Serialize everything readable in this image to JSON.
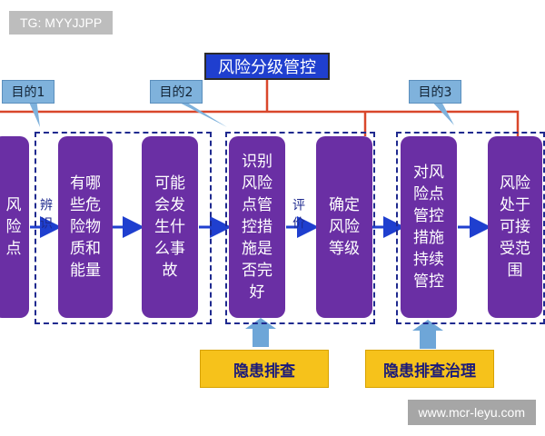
{
  "tag": "TG: MYYJJPP",
  "watermark": "www.mcr-leyu.com",
  "title": "风险分级管控",
  "purposes": [
    "目的1",
    "目的2",
    "目的3"
  ],
  "boxes": [
    "风险点",
    "有哪些危险物质和能量",
    "可能会发生什么事故",
    "识别风险点管控措施是否完好",
    "确定风险等级",
    "对风险点管控措施持续管控",
    "风险处于可接受范围"
  ],
  "labels": {
    "identify": "辨识",
    "evaluate": "评价"
  },
  "bottom": [
    "隐患排查",
    "隐患排查治理"
  ],
  "colors": {
    "box": "#6a2fa4",
    "arrow": "#1f3fcf",
    "line": "#d9472b",
    "bottom": "#f6c21b"
  }
}
